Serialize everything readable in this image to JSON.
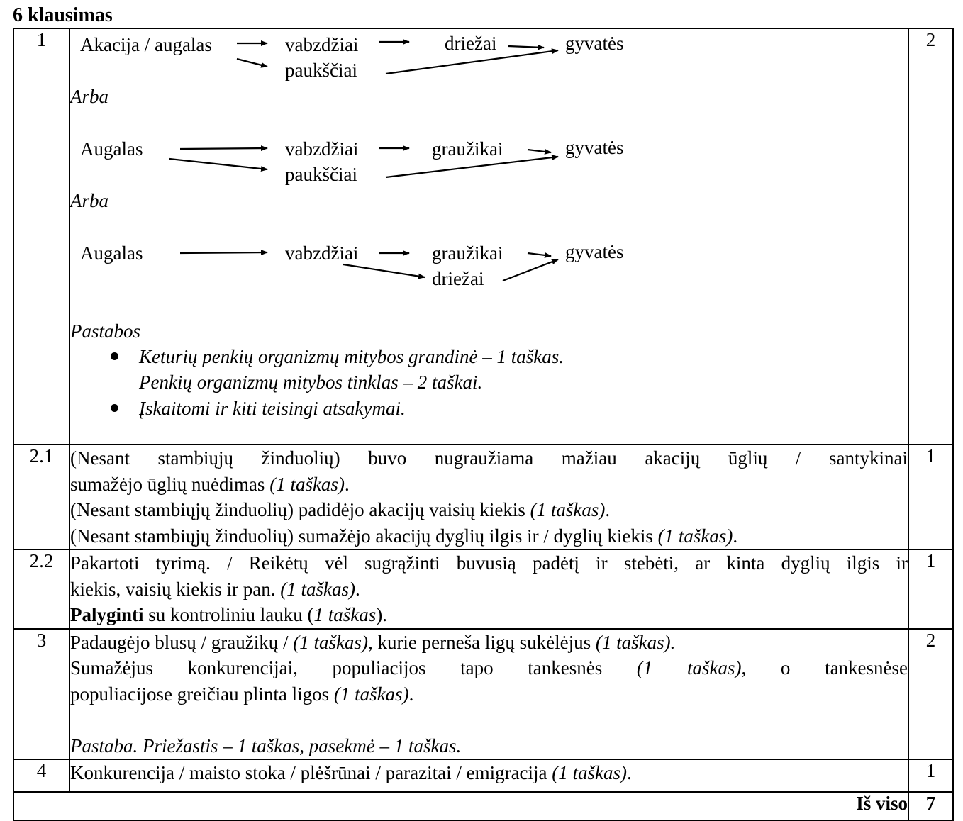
{
  "title": "6 klausimas",
  "rows": {
    "r1": {
      "num": "1",
      "points": "2",
      "chain1": {
        "start": "Akacija / augalas",
        "insects": "vabzdžiai",
        "birds": "paukščiai",
        "lizards": "driežai",
        "snakes": "gyvatės"
      },
      "or1": "Arba",
      "chain2": {
        "start": "Augalas",
        "insects": "vabzdžiai",
        "birds": "paukščiai",
        "rodents": "graužikai",
        "snakes": "gyvatės"
      },
      "or2": "Arba",
      "chain3": {
        "start": "Augalas",
        "insects": "vabzdžiai",
        "rodents": "graužikai",
        "lizards": "driežai",
        "snakes": "gyvatės"
      },
      "notes_title": "Pastabos",
      "note1a": "Keturių penkių organizmų mitybos grandinė – 1 taškas.",
      "note1b": "Penkių organizmų mitybos tinklas – 2 taškai.",
      "note2": "Įskaitomi ir kiti teisingi atsakymai."
    },
    "r21": {
      "num": "2.1",
      "points": "1",
      "l1": "(Nesant stambiųjų žinduolių) buvo nugraužiama mažiau akacijų ūglių / santykinai",
      "l2a": "sumažėjo ūglių nuėdimas ",
      "l2b": "(1 taškas)",
      "l2c": ".",
      "l3a": "(Nesant stambiųjų žinduolių) padidėjo akacijų vaisių kiekis ",
      "l3b": "(1 taškas)",
      "l3c": ".",
      "l4a": "(Nesant stambiųjų žinduolių) sumažėjo akacijų dyglių ilgis ir / dyglių kiekis ",
      "l4b": "(1 taškas)",
      "l4c": "."
    },
    "r22": {
      "num": "2.2",
      "points": "1",
      "l1": "Pakartoti tyrimą. / Reikėtų vėl sugrąžinti buvusią padėtį ir stebėti, ar kinta dyglių ilgis ir",
      "l2a": "kiekis, vaisių kiekis ir pan. ",
      "l2b": "(1 taškas)",
      "l2c": ".",
      "l3a": "Palyginti",
      "l3b": " su kontroliniu lauku (",
      "l3c": "1 taškas",
      "l3d": ")."
    },
    "r3": {
      "num": "3",
      "points": "2",
      "l1a": "Padaugėjo blusų / graužikų / ",
      "l1b": "(1 taškas)",
      "l1c": ", kurie perneša ligų sukėlėjus ",
      "l1d": "(1 taškas).",
      "l2a": "Sumažėjus konkurencijai, populiacijos tapo tankesnės ",
      "l2b": "(1 taškas)",
      "l2c": ", o tankesnėse",
      "l3a": "populiacijose greičiau plinta ligos ",
      "l3b": "(1 taškas)",
      "l3c": ".",
      "note": "Pastaba. Priežastis – 1 taškas, pasekmė – 1 taškas."
    },
    "r4": {
      "num": "4",
      "points": "1",
      "la": "Konkurencija / maisto stoka / plėšrūnai / parazitai / emigracija ",
      "lb": "(1 taškas)",
      "lc": "."
    }
  },
  "total": {
    "label": "Iš viso",
    "points": "7"
  }
}
